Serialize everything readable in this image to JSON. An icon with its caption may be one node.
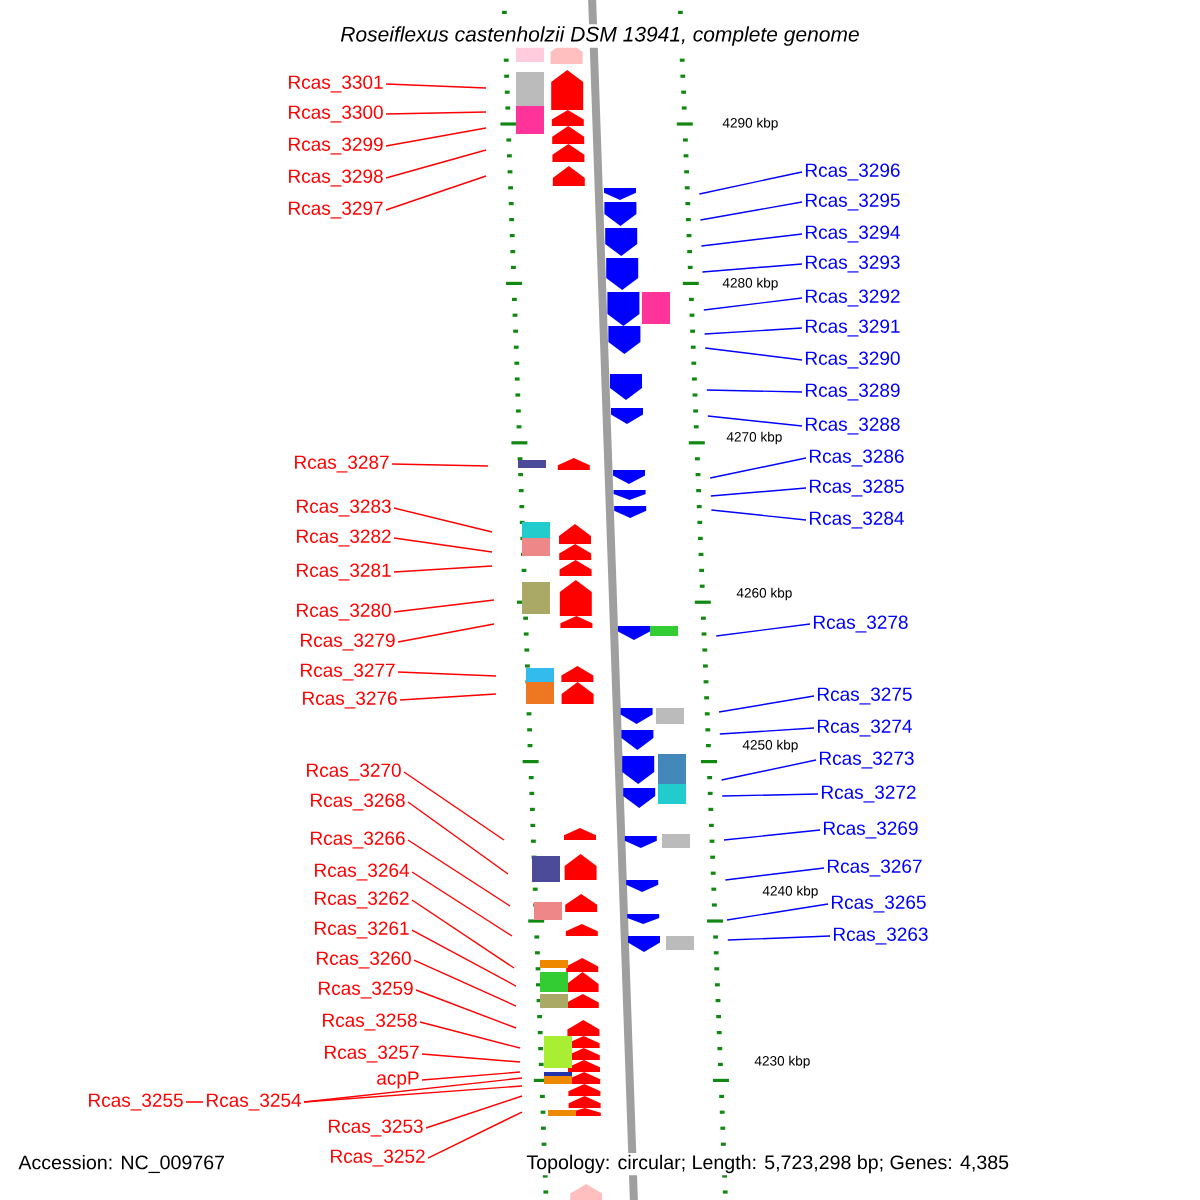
{
  "diagram": {
    "title": "Roseiflexus castenholzii DSM 13941, complete genome",
    "nodes": [
      {
        "text": [
          "Rcas_3301"
        ]
      },
      {
        "text": [
          "Rcas_3300"
        ]
      },
      {
        "text": [
          "Rcas_3299"
        ]
      },
      {
        "text": [
          "Rcas_3298"
        ]
      },
      {
        "text": [
          "Rcas_3297"
        ]
      },
      {
        "text": [
          "Rcas_3287"
        ]
      },
      {
        "text": [
          "Rcas_3283"
        ]
      },
      {
        "text": [
          "Rcas_3282"
        ]
      },
      {
        "text": [
          "Rcas_3281"
        ]
      },
      {
        "text": [
          "Rcas_3280"
        ]
      },
      {
        "text": [
          "Rcas_3279"
        ]
      },
      {
        "text": [
          "Rcas_3277"
        ]
      },
      {
        "text": [
          "Rcas_3276"
        ]
      },
      {
        "text": [
          "Rcas_3270"
        ]
      },
      {
        "text": [
          "Rcas_3268"
        ]
      },
      {
        "text": [
          "Rcas_3266"
        ]
      },
      {
        "text": [
          "Rcas_3264"
        ]
      },
      {
        "text": [
          "Rcas_3262"
        ]
      },
      {
        "text": [
          "Rcas_3261"
        ]
      },
      {
        "text": [
          "Rcas_3260"
        ]
      },
      {
        "text": [
          "Rcas_3259"
        ]
      },
      {
        "text": [
          "Rcas_3258"
        ]
      },
      {
        "text": [
          "Rcas_3257"
        ]
      },
      {
        "text": [
          "acpP"
        ]
      },
      {
        "text": [
          "Rcas_3255"
        ]
      },
      {
        "text": [
          "Rcas_3254"
        ]
      },
      {
        "text": [
          "Rcas_3253"
        ]
      },
      {
        "text": [
          "Rcas_3252"
        ]
      },
      {
        "text": [
          "Rcas_3296"
        ]
      },
      {
        "text": [
          "Rcas_3295"
        ]
      },
      {
        "text": [
          "Rcas_3294"
        ]
      },
      {
        "text": [
          "Rcas_3293"
        ]
      },
      {
        "text": [
          "Rcas_3292"
        ]
      },
      {
        "text": [
          "Rcas_3291"
        ]
      },
      {
        "text": [
          "Rcas_3290"
        ]
      },
      {
        "text": [
          "Rcas_3289"
        ]
      },
      {
        "text": [
          "Rcas_3288"
        ]
      },
      {
        "text": [
          "Rcas_3286"
        ]
      },
      {
        "text": [
          "Rcas_3285"
        ]
      },
      {
        "text": [
          "Rcas_3284"
        ]
      },
      {
        "text": [
          "Rcas_3278"
        ]
      },
      {
        "text": [
          "Rcas_3275"
        ]
      },
      {
        "text": [
          "Rcas_3274"
        ]
      },
      {
        "text": [
          "Rcas_3273"
        ]
      },
      {
        "text": [
          "Rcas_3272"
        ]
      },
      {
        "text": [
          "Rcas_3269"
        ]
      },
      {
        "text": [
          "Rcas_3267"
        ]
      },
      {
        "text": [
          "Rcas_3265"
        ]
      },
      {
        "text": [
          "Rcas_3263"
        ]
      }
    ],
    "edges": [
      {
        "from": 0,
        "to": null,
        "arrow": "none"
      },
      {
        "from": 1,
        "to": null,
        "arrow": "none"
      },
      {
        "from": 2,
        "to": null,
        "arrow": "none"
      },
      {
        "from": 3,
        "to": null,
        "arrow": "none"
      },
      {
        "from": 4,
        "to": null,
        "arrow": "none"
      },
      {
        "from": 5,
        "to": null,
        "arrow": "none"
      },
      {
        "from": 6,
        "to": null,
        "arrow": "none"
      },
      {
        "from": 7,
        "to": null,
        "arrow": "none"
      },
      {
        "from": 8,
        "to": null,
        "arrow": "none"
      },
      {
        "from": 9,
        "to": null,
        "arrow": "none"
      },
      {
        "from": 10,
        "to": null,
        "arrow": "none"
      },
      {
        "from": 11,
        "to": null,
        "arrow": "none"
      },
      {
        "from": 12,
        "to": null,
        "arrow": "none"
      },
      {
        "from": 13,
        "to": null,
        "arrow": "none"
      },
      {
        "from": 14,
        "to": null,
        "arrow": "none"
      },
      {
        "from": 15,
        "to": null,
        "arrow": "none"
      },
      {
        "from": 16,
        "to": null,
        "arrow": "none"
      },
      {
        "from": 17,
        "to": null,
        "arrow": "none"
      },
      {
        "from": 18,
        "to": null,
        "arrow": "none"
      },
      {
        "from": 19,
        "to": null,
        "arrow": "none"
      },
      {
        "from": 20,
        "to": null,
        "arrow": "none"
      },
      {
        "from": 21,
        "to": null,
        "arrow": "none"
      },
      {
        "from": 22,
        "to": null,
        "arrow": "none"
      },
      {
        "from": 23,
        "to": null,
        "arrow": "none"
      },
      {
        "from": 24,
        "to": null,
        "arrow": "none"
      },
      {
        "from": 25,
        "to": null,
        "arrow": "none"
      },
      {
        "from": 26,
        "to": null,
        "arrow": "none"
      },
      {
        "from": 27,
        "to": null,
        "arrow": "none"
      },
      {
        "from": 28,
        "to": null,
        "arrow": "none",
        "color": "#0000ff"
      },
      {
        "from": 29,
        "to": null,
        "arrow": "none",
        "color": "#0000ff"
      },
      {
        "from": 30,
        "to": null,
        "arrow": "none",
        "color": "#0000ff"
      },
      {
        "from": 31,
        "to": null,
        "arrow": "none",
        "color": "#0000ff"
      },
      {
        "from": 32,
        "to": null,
        "arrow": "none",
        "color": "#0000ff"
      },
      {
        "from": 33,
        "to": null,
        "arrow": "none",
        "color": "#0000ff"
      },
      {
        "from": 34,
        "to": null,
        "arrow": "none",
        "color": "#0000ff"
      },
      {
        "from": 35,
        "to": null,
        "arrow": "none",
        "color": "#0000ff"
      },
      {
        "from": 36,
        "to": null,
        "arrow": "none",
        "color": "#0000ff"
      },
      {
        "from": 37,
        "to": null,
        "arrow": "none",
        "color": "#0000ff"
      },
      {
        "from": 38,
        "to": null,
        "arrow": "none",
        "color": "#0000ff"
      },
      {
        "from": 39,
        "to": null,
        "arrow": "none",
        "color": "#0000ff"
      },
      {
        "from": 40,
        "to": null,
        "arrow": "none",
        "color": "#0000ff"
      },
      {
        "from": 41,
        "to": null,
        "arrow": "none",
        "color": "#0000ff"
      },
      {
        "from": 42,
        "to": null,
        "arrow": "none",
        "color": "#0000ff"
      },
      {
        "from": 43,
        "to": null,
        "arrow": "none",
        "color": "#0000ff"
      },
      {
        "from": 44,
        "to": null,
        "arrow": "none",
        "color": "#0000ff"
      },
      {
        "from": 45,
        "to": null,
        "arrow": "none",
        "color": "#0000ff"
      },
      {
        "from": 46,
        "to": null,
        "arrow": "none",
        "color": "#0000ff"
      },
      {
        "from": 47,
        "to": null,
        "arrow": "none",
        "color": "#0000ff"
      },
      {
        "from": 48,
        "to": null,
        "arrow": "none",
        "color": "#0000ff"
      }
    ],
    "labels": [
      "4290 kbp",
      "4280 kbp",
      "4270 kbp",
      "4260 kbp",
      "4250 kbp",
      "4240 kbp",
      "4230 kbp",
      "Accession: NC_009767",
      "Topology: circular; Length: 5,723,298 bp; Genes: 4,385"
    ]
  }
}
